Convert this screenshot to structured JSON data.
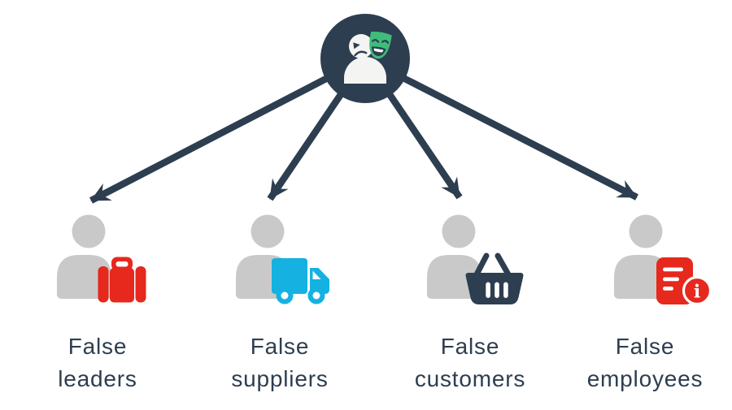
{
  "diagram": {
    "description": "Impersonation fraud diagram: masked impersonator pointing to four false identities",
    "colors": {
      "navy": "#2d3e50",
      "gray": "#c9c9c9",
      "red": "#e6281d",
      "cyan": "#15b1e1",
      "green": "#3ebd7a",
      "white": "#ffffff",
      "background": "#ffffff"
    },
    "center_node": {
      "icon": "impersonator-theater-masks-icon"
    },
    "nodes": [
      {
        "id": "false-leaders",
        "line1": "False",
        "line2": "leaders",
        "icon": "briefcase-icon",
        "icon_color": "#e6281d"
      },
      {
        "id": "false-suppliers",
        "line1": "False",
        "line2": "suppliers",
        "icon": "delivery-truck-icon",
        "icon_color": "#15b1e1"
      },
      {
        "id": "false-customers",
        "line1": "False",
        "line2": "customers",
        "icon": "shopping-basket-icon",
        "icon_color": "#2d3e50"
      },
      {
        "id": "false-employees",
        "line1": "False",
        "line2": "employees",
        "icon": "document-info-icon",
        "icon_color": "#e6281d",
        "badge_glyph": "i"
      }
    ],
    "arrows": [
      {
        "from": "impersonator",
        "to": "false-leaders"
      },
      {
        "from": "impersonator",
        "to": "false-suppliers"
      },
      {
        "from": "impersonator",
        "to": "false-customers"
      },
      {
        "from": "impersonator",
        "to": "false-employees"
      }
    ]
  }
}
